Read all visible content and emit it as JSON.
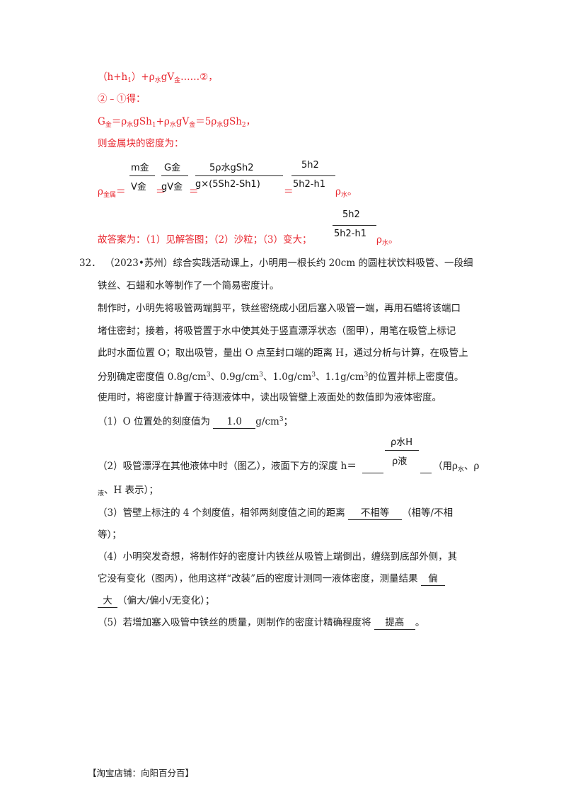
{
  "solution": {
    "l1_a": "（h+h",
    "l1_b": "1",
    "l1_c": "）+ρ",
    "l1_d": "水",
    "l1_e": "gV",
    "l1_f": "金",
    "l1_g": "……",
    "l1_circle": "②",
    "l1_h": "，",
    "l2_a": "②",
    "l2_b": "﹣",
    "l2_c": "①",
    "l2_d": "得：",
    "l3_a": "G",
    "l3_b": "金",
    "l3_c": "＝ρ",
    "l3_d": "水",
    "l3_e": "gSh",
    "l3_f": "1",
    "l3_g": "+ρ",
    "l3_h": "水",
    "l3_i": "gV",
    "l3_j": "金",
    "l3_k": "＝5ρ",
    "l3_l": "水",
    "l3_m": "gSh",
    "l3_n": "2",
    "l3_o": "，",
    "l4": "则金属块的密度为：",
    "rho_a": "ρ",
    "rho_b": "金属",
    "rho_c": "＝",
    "frac1_num": "m金",
    "frac1_den": "V金",
    "eq2": "＝",
    "frac2_num": "G金",
    "frac2_den": "gV金",
    "eq3": "＝",
    "frac3_num": "5ρ水gSh2",
    "frac3_den": "g×(5Sh2-Sh1)",
    "eq4": "＝",
    "frac4_num": "5h2",
    "frac4_den": "5h2-h1",
    "rho_tail_a": "ρ",
    "rho_tail_b": "水",
    "rho_tail_c": "。",
    "ans_prefix": "故答案为：（1）见解答图；（2）沙粒；（3）变大；",
    "ans_frac_num": "5h2",
    "ans_frac_den": "5h2-h1",
    "ans_tail_a": "ρ",
    "ans_tail_b": "水",
    "ans_tail_c": "。"
  },
  "question": {
    "number": "32．",
    "p1": "（2023•苏州）综合实践活动课上，小明用一根长约 20cm 的圆柱状饮料吸管、一段细",
    "p2": "铁丝、石蜡和水等制作了一个简易密度计。",
    "p3": "制作时，小明先将吸管两端剪平，铁丝密绕成小团后塞入吸管一端，再用石蜡将该端口",
    "p4": "堵住密封；接着，将吸管置于水中使其处于竖直漂浮状态（图甲），用笔在吸管上标记",
    "p5": "此时水面位置 O；取出吸管，量出 O 点至封口端的距离 H，通过分析与计算，在吸管上",
    "p6_a": "分别确定密度值 0.8g/cm",
    "p6_b": "、0.9g/cm",
    "p6_c": "、1.0g/cm",
    "p6_d": "、1.1g/cm",
    "p6_e": "的位置并标上密度值。",
    "sup3": "3",
    "p7": "使用时，将密度计静置于待测液体中，读出吸管壁上液面处的数值即为液体密度。",
    "q1_a": "（1）O 位置处的刻度值为 ",
    "q1_ans": "1.0",
    "q1_b": "g/cm",
    "q1_c": "；",
    "q2_a": "（2）吸管漂浮在其他液体中时（图乙），液面下方的深度 h＝",
    "q2_num": "ρ水H",
    "q2_den": "ρ液",
    "q2_b": "（用ρ",
    "q2_c": "水",
    "q2_d": "、ρ",
    "q2_e": "液",
    "q2_f": "、H 表示）；",
    "q3_a": "（3）管壁上标注的 4 个刻度值，相邻两刻度值之间的距离 ",
    "q3_ans": "不相等",
    "q3_b": "（相等/不相",
    "q3_c": "等）；",
    "q4_a": "（4）小明突发奇想，将制作好的密度计内铁丝从吸管上端倒出，缠绕到底部外侧，其",
    "q4_b": "它没有变化（图丙），他用这样“改装”后的密度计测同一液体密度，测量结果 ",
    "q4_ans1": "偏",
    "q4_ans2": "大",
    "q4_c": "（偏大/偏小/无变化）；",
    "q5_a": "（5）若增加塞入吸管中铁丝的质量，则制作的密度计精确程度将 ",
    "q5_ans": "提高",
    "q5_b": "。"
  },
  "footer": {
    "shop": "【淘宝店铺：向阳百分百】"
  }
}
